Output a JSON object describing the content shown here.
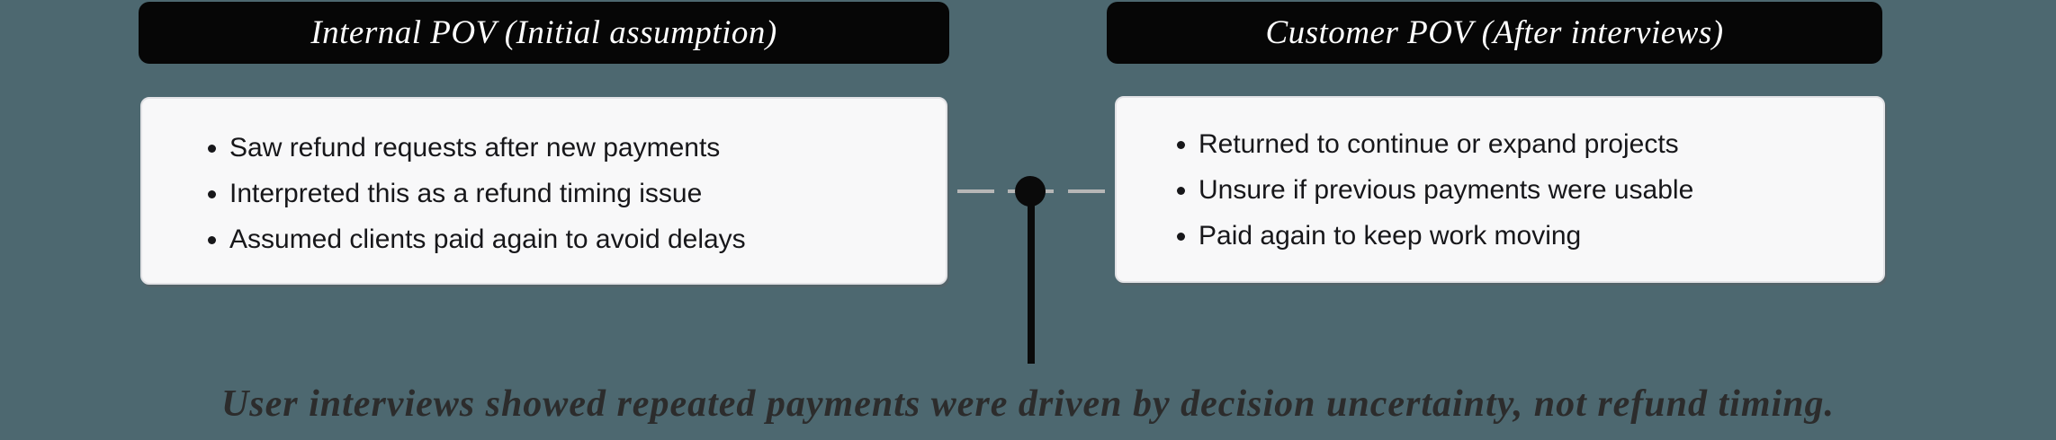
{
  "canvas": {
    "background_color": "#4d6870",
    "card_color": "#f8f8f9",
    "header_color": "#060606",
    "dash_color": "#b6b6b6",
    "node_color": "#0a0a0a"
  },
  "panels": [
    {
      "header": "Internal POV (Initial assumption)",
      "bullets": [
        "Saw refund requests after new payments",
        "Interpreted this as a refund timing issue",
        "Assumed clients paid again to avoid delays"
      ]
    },
    {
      "header": "Customer POV (After interviews)",
      "bullets": [
        "Returned to continue or expand projects",
        "Unsure if previous payments were usable",
        "Paid again to keep work moving"
      ]
    }
  ],
  "caption": {
    "text": "User interviews showed repeated payments were driven by decision uncertainty, not refund timing.",
    "color": "#2c2c2c"
  }
}
